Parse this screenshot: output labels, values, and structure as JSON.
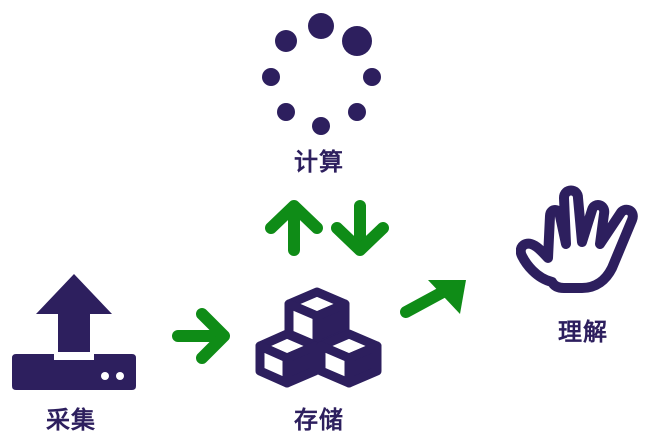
{
  "nodes": {
    "compute": {
      "label": "计算",
      "icon": "loading-spinner-icon"
    },
    "collect": {
      "label": "采集",
      "icon": "upload-icon"
    },
    "store": {
      "label": "存储",
      "icon": "cubes-icon"
    },
    "understand": {
      "label": "理解",
      "icon": "hand-icon"
    }
  },
  "colors": {
    "icon": "#2d1f5e",
    "arrow": "#0f8c17",
    "background": "#ffffff"
  }
}
